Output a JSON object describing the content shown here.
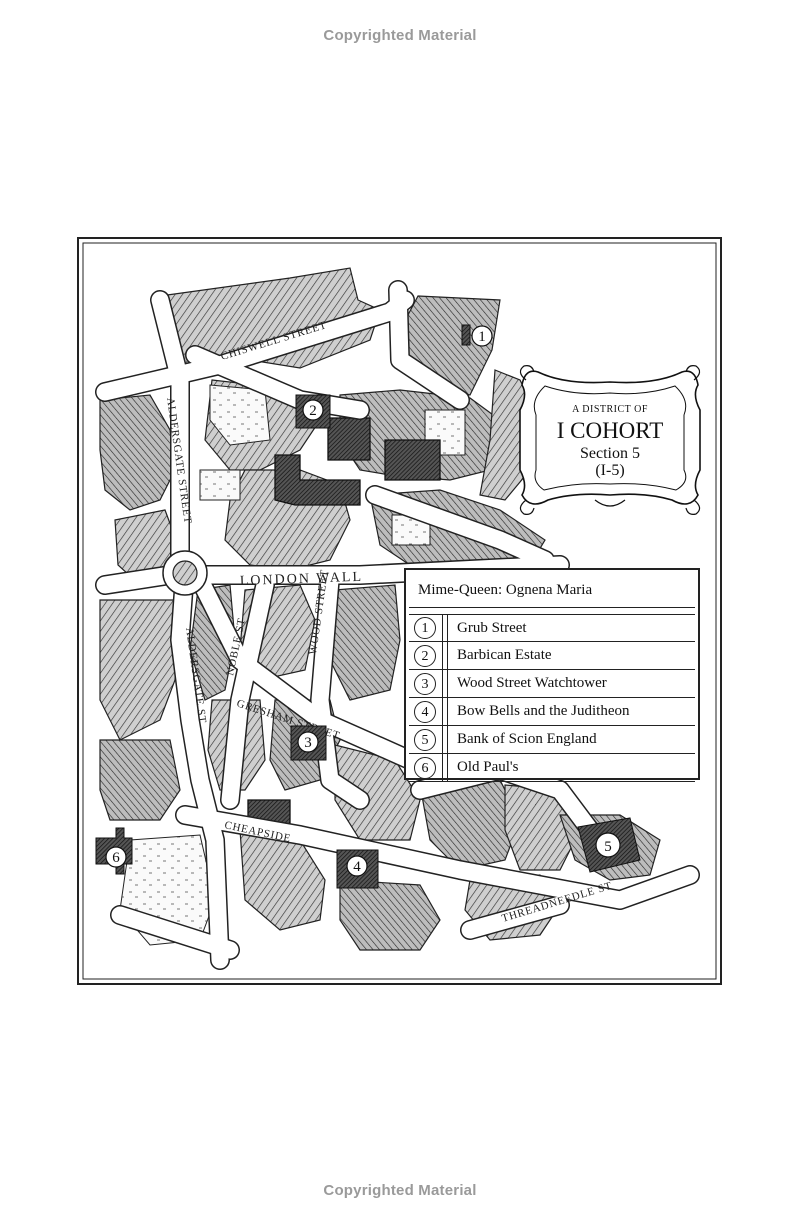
{
  "watermark": {
    "top": "Copyrighted Material",
    "bottom": "Copyrighted Material"
  },
  "cartouche": {
    "line1": "A DISTRICT OF",
    "line2": "I COHORT",
    "line3": "Section 5",
    "line4": "(I-5)"
  },
  "legend": {
    "title": "Mime-Queen: Ognena Maria",
    "items": [
      {
        "num": "1",
        "label": "Grub Street"
      },
      {
        "num": "2",
        "label": "Barbican Estate"
      },
      {
        "num": "3",
        "label": "Wood Street Watchtower"
      },
      {
        "num": "4",
        "label": "Bow Bells and the Juditheon"
      },
      {
        "num": "5",
        "label": "Bank of Scion England"
      },
      {
        "num": "6",
        "label": "Old Paul's"
      }
    ]
  },
  "streets": {
    "chiswell": "CHISWELL STREET",
    "aldersgate_street": "ALDERSGATE STREET",
    "london_wall": "LONDON WALL",
    "aldersgate_st": "ALDERSGATE ST",
    "noble": "NOBLE ST",
    "wood": "WOOD STREET",
    "gresham": "GRESHAM STREET",
    "cheapside": "CHEAPSIDE",
    "threadneedle": "THREADNEEDLE ST"
  },
  "markers": [
    "1",
    "2",
    "3",
    "4",
    "5",
    "6"
  ]
}
